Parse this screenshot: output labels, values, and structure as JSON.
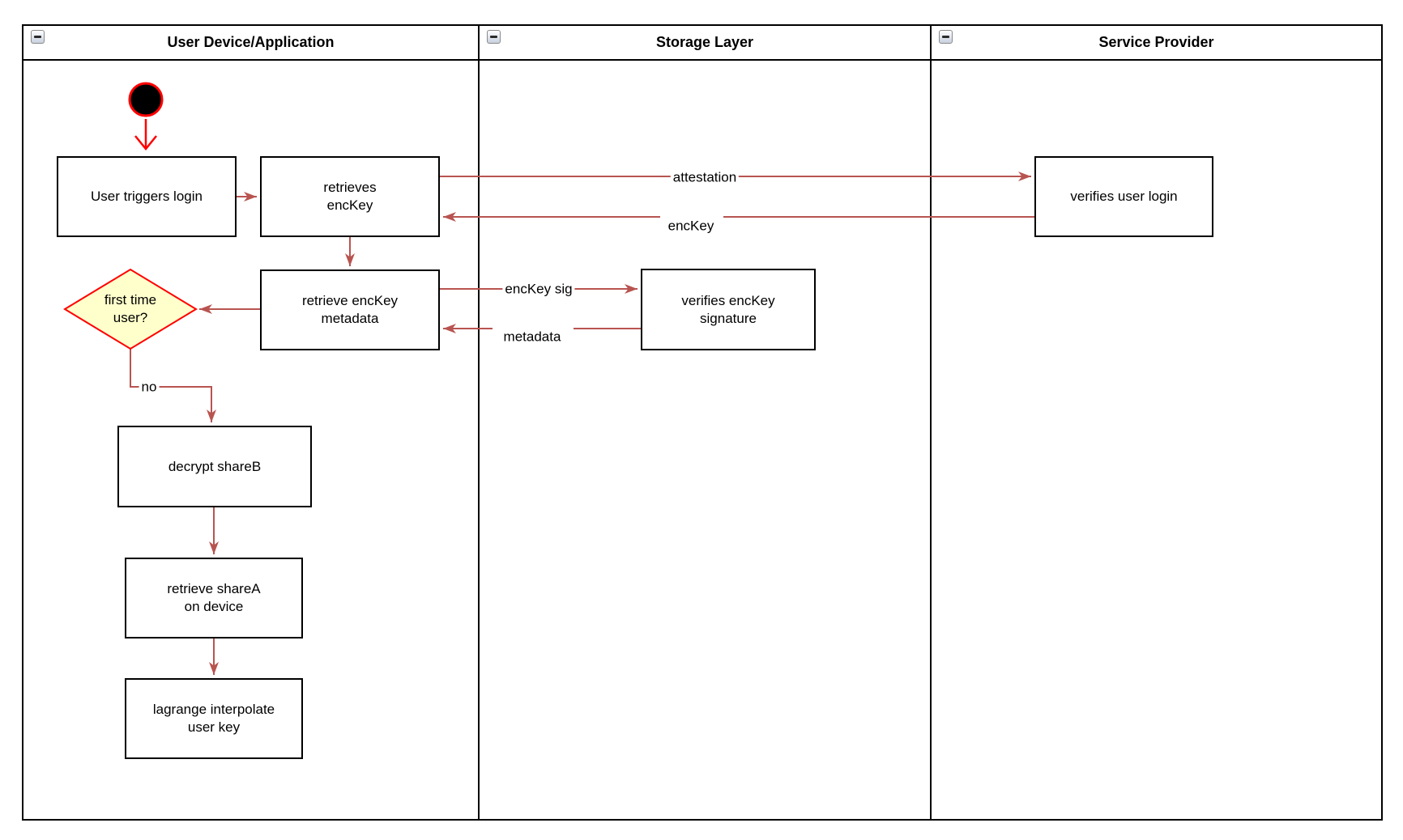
{
  "lanes": [
    {
      "title": "User Device/Application"
    },
    {
      "title": "Storage Layer"
    },
    {
      "title": "Service Provider"
    }
  ],
  "nodes": {
    "user_triggers_login": "User triggers login",
    "retrieves_enckey": "retrieves\nencKey",
    "retrieve_enckey_metadata": "retrieve encKey\nmetadata",
    "first_time_user": "first time\nuser?",
    "decrypt_shareb": "decrypt shareB",
    "retrieve_sharea": "retrieve shareA\non device",
    "lagrange_interpolate": "lagrange interpolate\nuser key",
    "verifies_enckey_signature": "verifies encKey\nsignature",
    "verifies_user_login": "verifies user login"
  },
  "edge_labels": {
    "attestation": "attestation",
    "enckey": "encKey",
    "enckey_sig": "encKey sig",
    "metadata": "metadata",
    "no": "no"
  },
  "icons": {
    "collapse": "minus-icon"
  },
  "colors": {
    "edge_arrow": "#B85450",
    "start_arrow": "#FF0000",
    "start_fill": "#000000",
    "decision_fill": "#FFFFCC",
    "decision_stroke": "#FF0000",
    "node_stroke": "#000000",
    "node_fill": "#FFFFFF"
  }
}
